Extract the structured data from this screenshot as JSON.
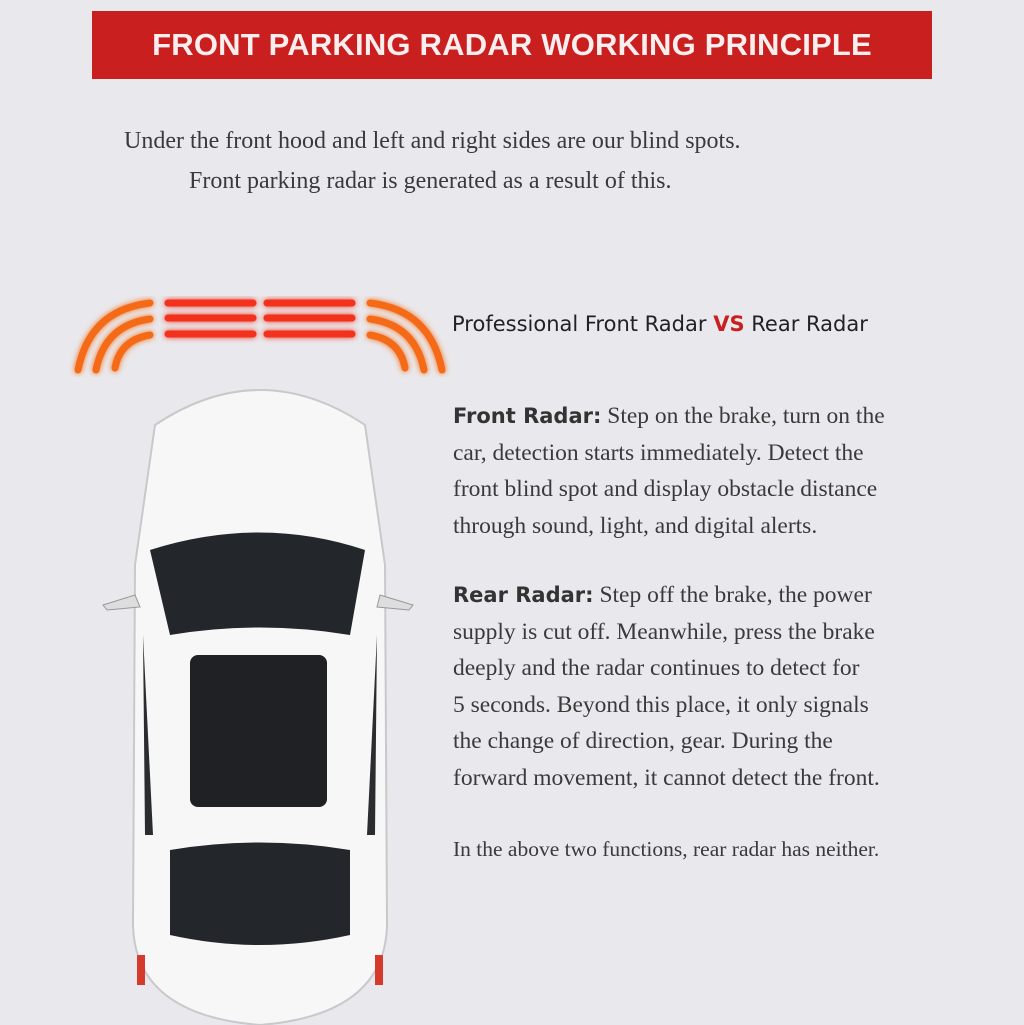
{
  "banner": {
    "title": "FRONT PARKING RADAR WORKING PRINCIPLE",
    "color": "#c91f1e"
  },
  "intro": {
    "line1": "Under the front hood and left and right sides are our blind spots.",
    "line2": "Front parking radar is generated as a result of this."
  },
  "comparison": {
    "left": "Professional Front Radar ",
    "vs": "VS",
    "right": " Rear Radar"
  },
  "front_radar": {
    "label": "Front Radar:",
    "lines": [
      " Step on the brake, turn on the",
      "car, detection starts immediately. Detect the",
      "front blind spot and display obstacle distance",
      "through sound, light, and digital alerts."
    ]
  },
  "rear_radar": {
    "label": "Rear Radar:",
    "lines": [
      " Step off the brake, the power",
      "supply is cut off. Meanwhile, press the brake",
      "deeply and the radar continues to detect for",
      "5 seconds. Beyond this place, it only signals",
      "the change of direction, gear. During the",
      "forward movement, it cannot detect the front."
    ]
  },
  "footer": "In the above two functions, rear radar has neither.",
  "icons": [
    "radar-waves-icon",
    "car-top-view"
  ]
}
